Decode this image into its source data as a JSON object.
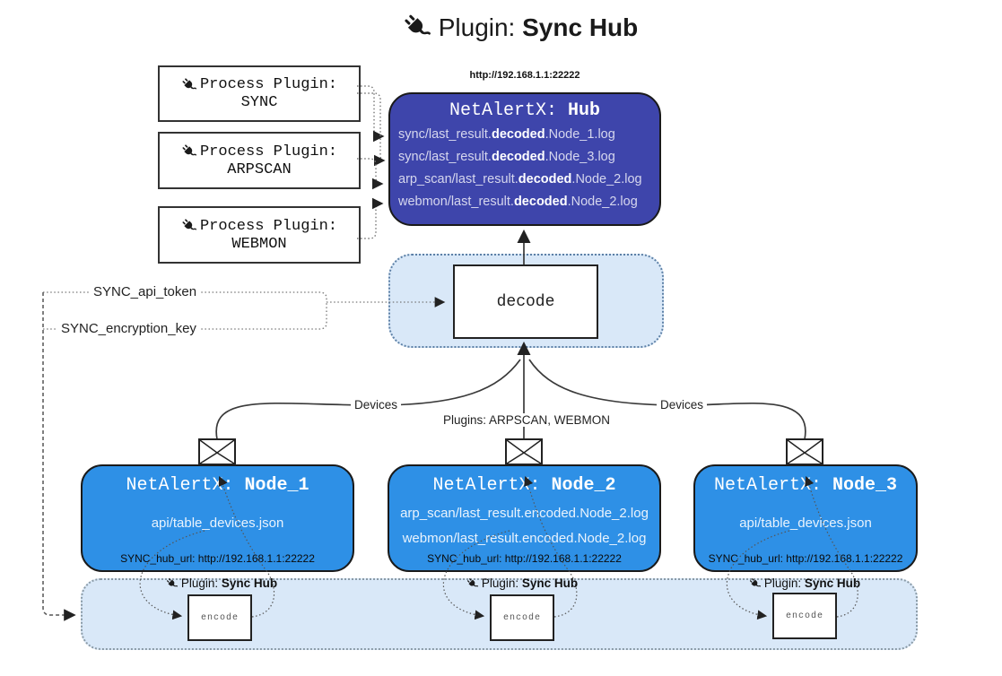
{
  "title": {
    "prefix": "Plugin: ",
    "bold": "Sync Hub"
  },
  "icons": {
    "title": "plug-icon",
    "process": "plug-icon",
    "encoder": "plug-icon",
    "node_mail": "envelope-icon"
  },
  "process_plugins": [
    {
      "line1": "Process Plugin:",
      "name": "SYNC"
    },
    {
      "line1": "Process Plugin:",
      "name": "ARPSCAN"
    },
    {
      "line1": "Process Plugin:",
      "name": "WEBMON"
    }
  ],
  "hub": {
    "url": "http://192.168.1.1:22222",
    "title_prefix": "NetAlertX: ",
    "title_bold": "Hub",
    "logs": [
      {
        "pre": "sync/last_result.",
        "bold": "decoded",
        "post": ".Node_1.log"
      },
      {
        "pre": "sync/last_result.",
        "bold": "decoded",
        "post": ".Node_3.log"
      },
      {
        "pre": "arp_scan/last_result.",
        "bold": "decoded",
        "post": ".Node_2.log"
      },
      {
        "pre": "webmon/last_result.",
        "bold": "decoded",
        "post": ".Node_2.log"
      }
    ]
  },
  "decode": {
    "label": "decode"
  },
  "keys": {
    "api_token": "SYNC_api_token",
    "encryption_key": "SYNC_encryption_key"
  },
  "edges": {
    "devices_left": "Devices",
    "devices_right": "Devices",
    "plugins_center": "Plugins: ARPSCAN, WEBMON"
  },
  "nodes": [
    {
      "title_prefix": "NetAlertX: ",
      "title_bold": "Node_1",
      "files": [
        "api/table_devices.json"
      ],
      "hub_url": "SYNC_hub_url: http://192.168.1.1:22222"
    },
    {
      "title_prefix": "NetAlertX: ",
      "title_bold": "Node_2",
      "files": [
        "arp_scan/last_result.encoded.Node_2.log",
        "webmon/last_result.encoded.Node_2.log"
      ],
      "hub_url": "SYNC_hub_url: http://192.168.1.1:22222"
    },
    {
      "title_prefix": "NetAlertX: ",
      "title_bold": "Node_3",
      "files": [
        "api/table_devices.json"
      ],
      "hub_url": "SYNC_hub_url: http://192.168.1.1:22222"
    }
  ],
  "encoders": [
    {
      "label_prefix": "Plugin: ",
      "label_bold": "Sync Hub",
      "box": "encode"
    },
    {
      "label_prefix": "Plugin: ",
      "label_bold": "Sync Hub",
      "box": "encode"
    },
    {
      "label_prefix": "Plugin: ",
      "label_bold": "Sync Hub",
      "box": "encode"
    }
  ],
  "colors": {
    "hub_fill": "#3e45ab",
    "node_fill": "#2e90e6",
    "band_fill": "#d9e8f8",
    "band_border_blue": "#5d80a6",
    "band_border_gray": "#8a9aa6",
    "border_dark": "#1a1a1a"
  }
}
